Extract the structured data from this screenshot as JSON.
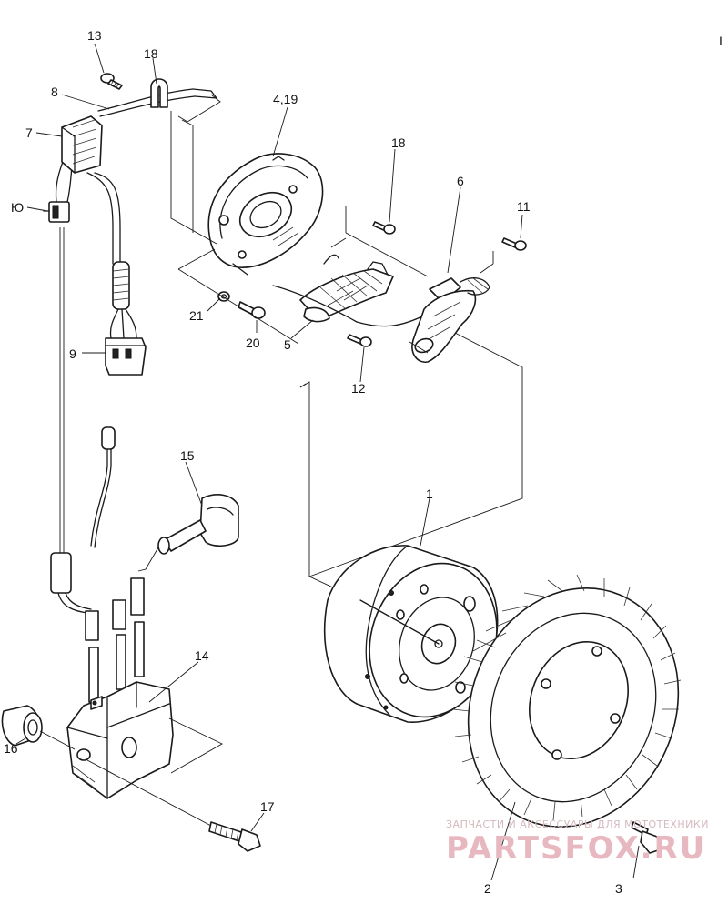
{
  "labels": {
    "l1": "1",
    "l2": "2",
    "l3": "3",
    "l4_19": "4,19",
    "l5": "5",
    "l6": "6",
    "l7": "7",
    "l8": "8",
    "l9": "9",
    "l10": "Ю",
    "l11": "11",
    "l12": "12",
    "l13": "13",
    "l14": "14",
    "l15": "15",
    "l16": "16",
    "l17": "17",
    "l18a": "18",
    "l18b": "18",
    "l20": "20",
    "l21": "21"
  },
  "corner_mark": "I",
  "watermark": {
    "line1": "ЗАПЧАСТИ И АКСЕССУАРЫ ДЛЯ МОТОТЕХНИКИ",
    "line2": "PARTSFOX.RU"
  }
}
